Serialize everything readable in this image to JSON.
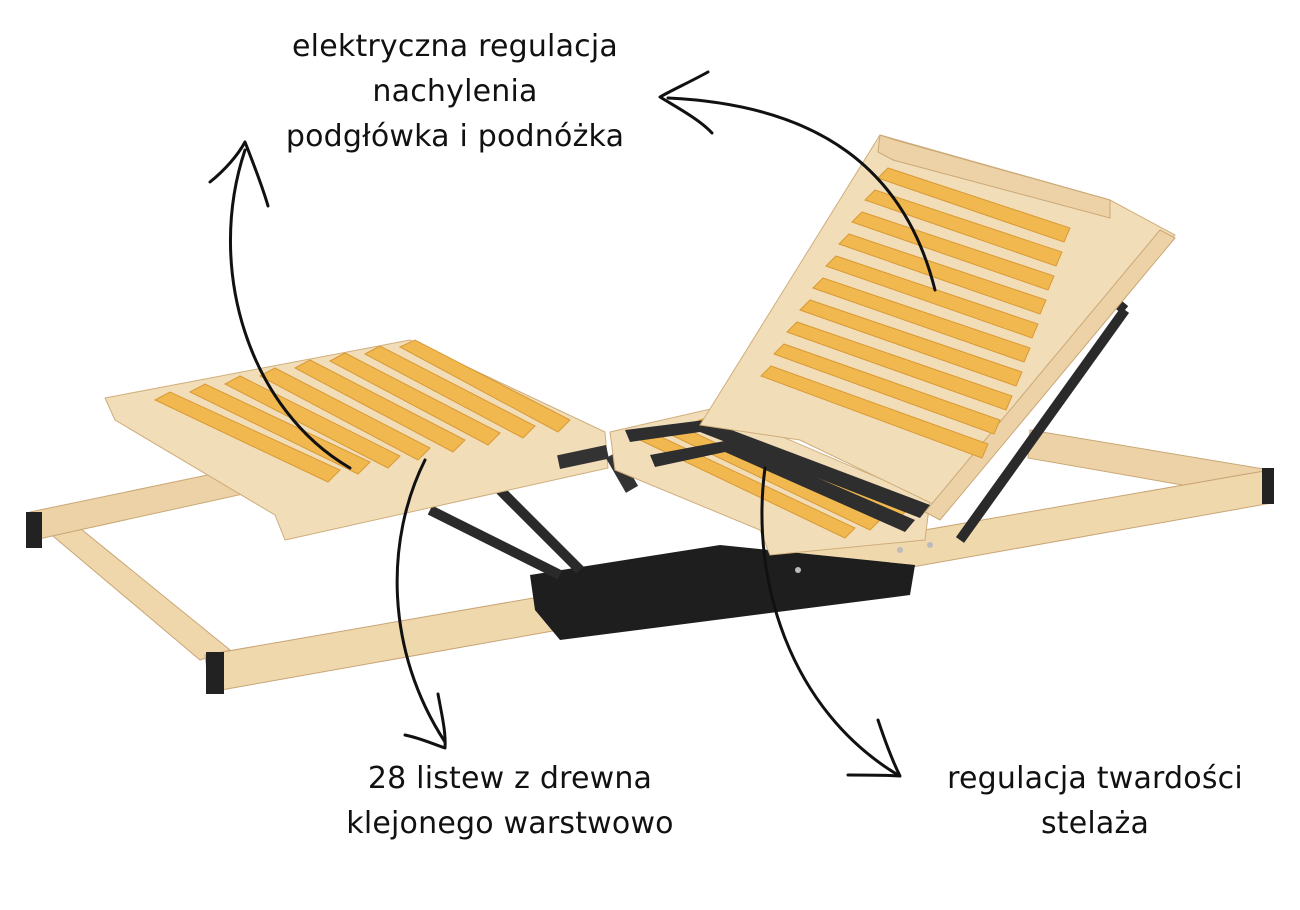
{
  "captions": {
    "top": {
      "line1": "elektryczna regulacja",
      "line2": "nachylenia",
      "line3": "podgłówka i podnóżka"
    },
    "bottom_left": {
      "line1": "28 listew z drewna",
      "line2": "klejonego warstwowo"
    },
    "bottom_right": {
      "line1": "regulacja twardości",
      "line2": "stelaża"
    }
  },
  "colors": {
    "background": "#ffffff",
    "text": "#111111",
    "arrow": "#111111",
    "wood_light": "#f2ddb9",
    "wood_frame": "#ecd2a6",
    "slat": "#f0b84f",
    "slat_edge": "#d99a35",
    "metal": "#2a2a2a"
  },
  "image": {
    "subject": "adjustable slatted bed base",
    "icons": [
      "curved-arrow-icon",
      "curved-arrow-icon",
      "curved-arrow-icon",
      "curved-arrow-icon"
    ]
  }
}
